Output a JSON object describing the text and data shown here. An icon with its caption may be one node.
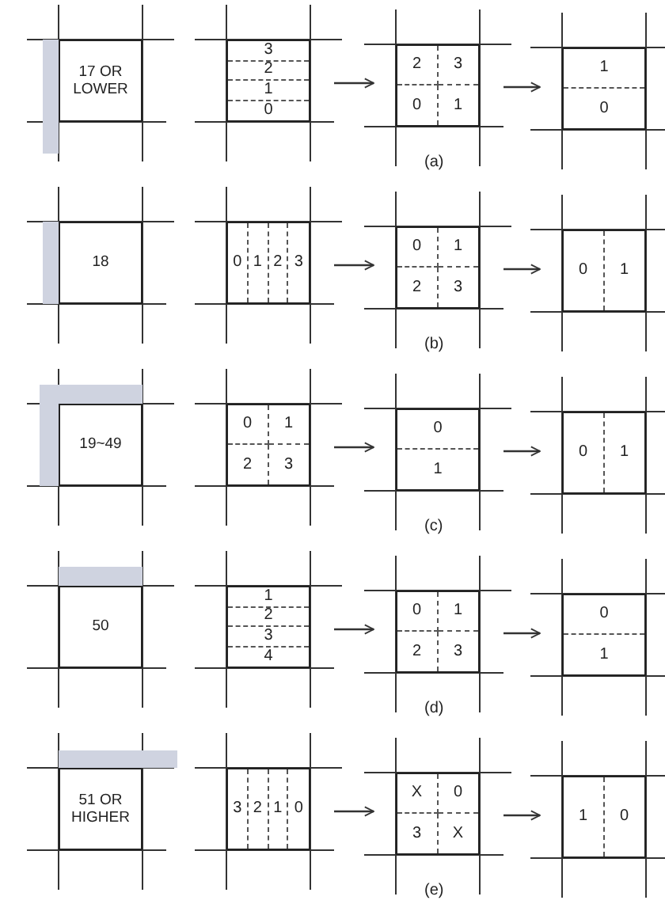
{
  "diagram": {
    "nodes": [
      {
        "text": [
          "17 OR LOWER"
        ]
      },
      {
        "text": [
          "3",
          "2",
          "1",
          "0"
        ]
      },
      {
        "text": [
          "2",
          "3",
          "0",
          "1"
        ]
      },
      {
        "text": [
          "1",
          "0"
        ]
      },
      {
        "text": [
          "18"
        ]
      },
      {
        "text": [
          "0",
          "1",
          "2",
          "3"
        ]
      },
      {
        "text": [
          "0",
          "1",
          "2",
          "3"
        ]
      },
      {
        "text": [
          "0",
          "1"
        ]
      },
      {
        "text": [
          "19~49"
        ]
      },
      {
        "text": [
          "0",
          "1",
          "2",
          "3"
        ]
      },
      {
        "text": [
          "0",
          "1"
        ]
      },
      {
        "text": [
          "0",
          "1"
        ]
      },
      {
        "text": [
          "50"
        ]
      },
      {
        "text": [
          "1",
          "2",
          "3",
          "4"
        ]
      },
      {
        "text": [
          "0",
          "1",
          "2",
          "3"
        ]
      },
      {
        "text": [
          "0",
          "1"
        ]
      },
      {
        "text": [
          "51 OR HIGHER"
        ]
      },
      {
        "text": [
          "3",
          "2",
          "1",
          "0"
        ]
      },
      {
        "text": [
          "X",
          "0",
          "3",
          "X"
        ]
      },
      {
        "text": [
          "1",
          "0"
        ]
      }
    ],
    "edges": [
      {
        "from": 1,
        "to": 2,
        "arrow": "to"
      },
      {
        "from": 2,
        "to": 3,
        "arrow": "to"
      },
      {
        "from": 5,
        "to": 6,
        "arrow": "to"
      },
      {
        "from": 6,
        "to": 7,
        "arrow": "to"
      },
      {
        "from": 9,
        "to": 10,
        "arrow": "to"
      },
      {
        "from": 10,
        "to": 11,
        "arrow": "to"
      },
      {
        "from": 13,
        "to": 14,
        "arrow": "to"
      },
      {
        "from": 14,
        "to": 15,
        "arrow": "to"
      },
      {
        "from": 17,
        "to": 18,
        "arrow": "to"
      },
      {
        "from": 18,
        "to": 19,
        "arrow": "to"
      }
    ],
    "labels": [
      "(a)",
      "(b)",
      "(c)",
      "(d)",
      "(e)"
    ]
  }
}
